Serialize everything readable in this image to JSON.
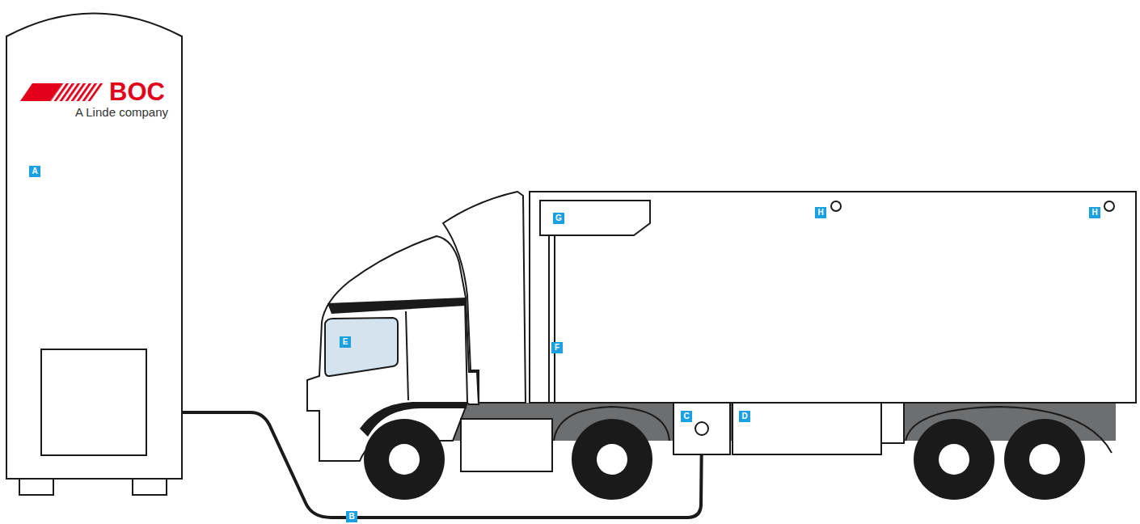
{
  "diagram": {
    "labels": [
      "BOC",
      "A Linde company",
      "A",
      "G",
      "H",
      "H",
      "E",
      "F",
      "C",
      "D",
      "B"
    ]
  }
}
